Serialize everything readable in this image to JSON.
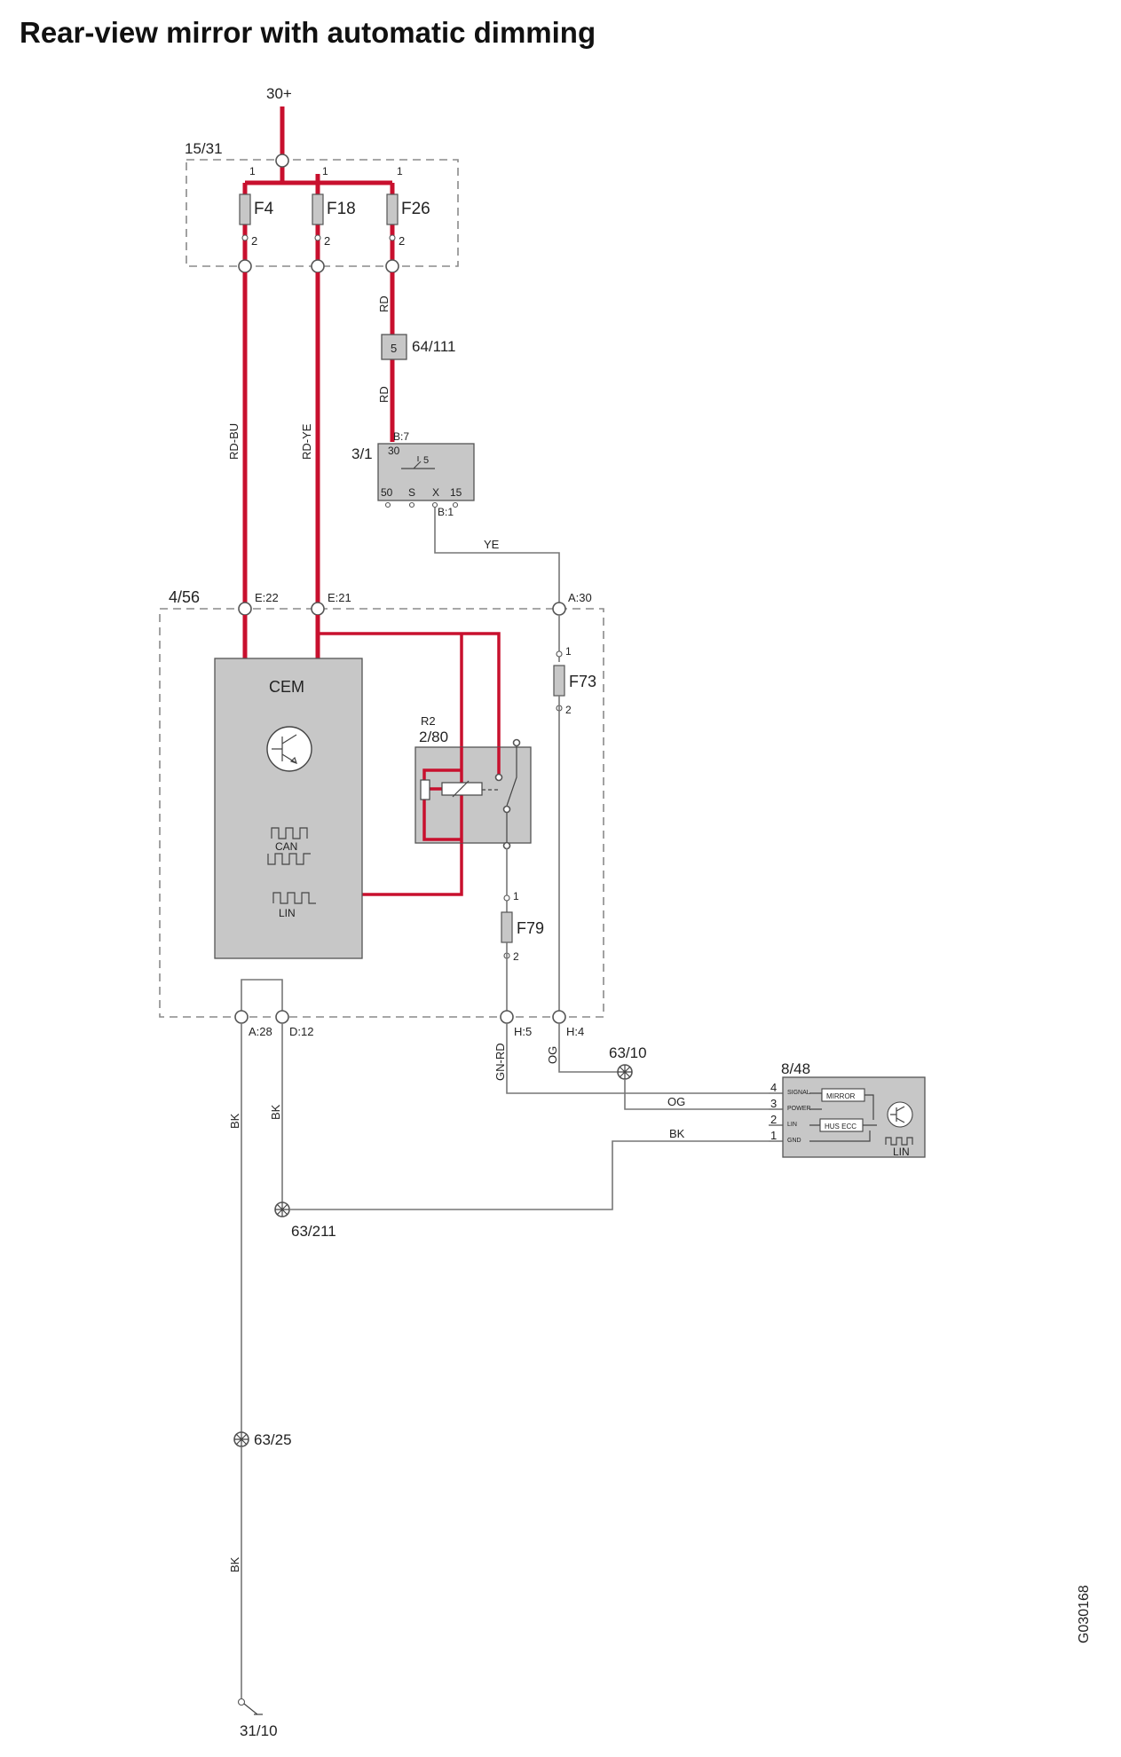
{
  "title": "Rear-view mirror with automatic dimming",
  "supply": "30+",
  "fusebox": {
    "id": "15/31",
    "fuses": [
      {
        "name": "F4",
        "pin_in": "1",
        "pin_out": "2"
      },
      {
        "name": "F18",
        "pin_in": "1",
        "pin_out": "2"
      },
      {
        "name": "F26",
        "pin_in": "1",
        "pin_out": "2"
      }
    ]
  },
  "connector_64_111": {
    "id": "64/111",
    "pin": "5"
  },
  "ignition_switch": {
    "id": "3/1",
    "pin_top": "B:7",
    "terminal_30": "30",
    "terminal_5": "5",
    "terminals": [
      "50",
      "S",
      "X",
      "15"
    ],
    "pin_bottom": "B:1"
  },
  "cem_module": {
    "id": "4/56",
    "name": "CEM",
    "pins": {
      "e22": "E:22",
      "e21": "E:21",
      "a30": "A:30",
      "a28": "A:28",
      "d12": "D:12",
      "h5": "H:5",
      "h4": "H:4"
    },
    "bus_can": "CAN",
    "bus_lin": "LIN",
    "relay": {
      "ref": "R2",
      "id": "2/80"
    },
    "fuse_f73": {
      "name": "F73",
      "pin1": "1",
      "pin2": "2"
    },
    "fuse_f79": {
      "name": "F79",
      "pin1": "1",
      "pin2": "2"
    }
  },
  "wires": {
    "rd_bu": "RD-BU",
    "rd_ye": "RD-YE",
    "rd_a": "RD",
    "rd_b": "RD",
    "ye": "YE",
    "gn_rd": "GN-RD",
    "og_a": "OG",
    "og_b": "OG",
    "bk_mirror": "BK",
    "bk_a28": "BK",
    "bk_d12": "BK",
    "bk_lower": "BK"
  },
  "splice_63_10": "63/10",
  "splice_63_211": "63/211",
  "splice_63_25": "63/25",
  "ground_31_10": "31/10",
  "mirror_module": {
    "id": "8/48",
    "pins": [
      {
        "num": "4",
        "name": "SIGNAL"
      },
      {
        "num": "3",
        "name": "POWER"
      },
      {
        "num": "2",
        "name": "LIN"
      },
      {
        "num": "1",
        "name": "GND"
      }
    ],
    "block_mirror": "MIRROR",
    "block_hus": "HUS ECC",
    "bus_lin": "LIN"
  },
  "figure_code": "G030168",
  "colors": {
    "power_wire": "#c8102e",
    "signal_wire": "#777777",
    "component_fill": "#c7c7c7"
  }
}
